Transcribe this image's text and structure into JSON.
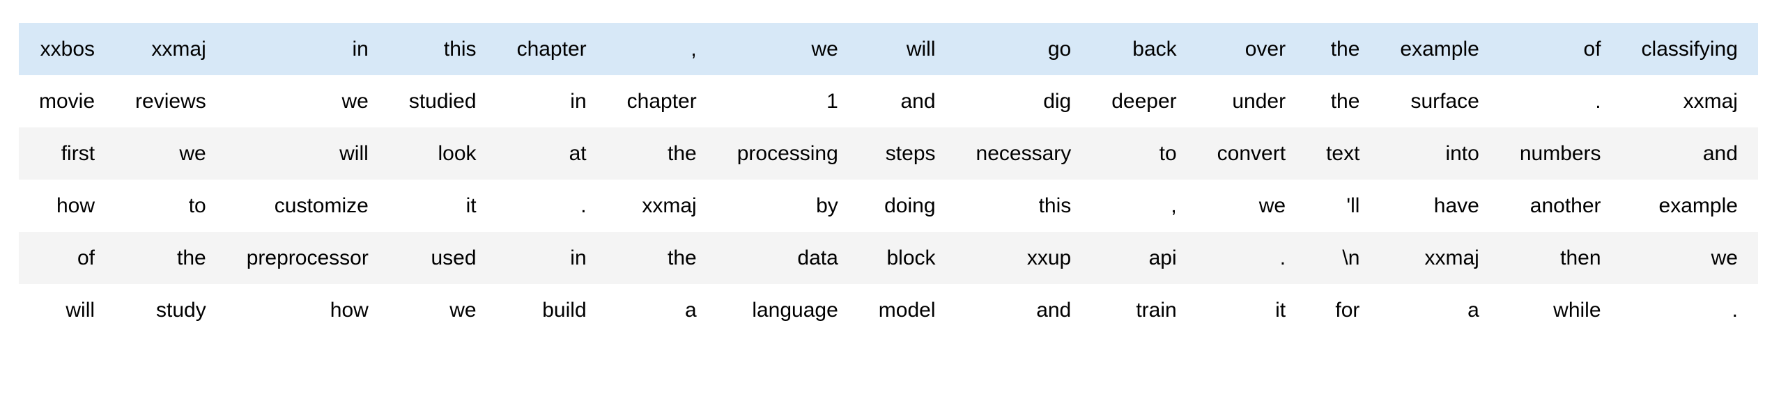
{
  "table": {
    "description": "tokenized-text-grid",
    "highlight_row_index": 0,
    "num_rows": 6,
    "num_cols": 15,
    "colors": {
      "highlight_row": "#d7e8f7",
      "stripe_row": "#f4f4f4",
      "plain_row": "#ffffff",
      "text": "#000000",
      "background": "#ffffff"
    },
    "rows": [
      [
        "xxbos",
        "xxmaj",
        "in",
        "this",
        "chapter",
        ",",
        "we",
        "will",
        "go",
        "back",
        "over",
        "the",
        "example",
        "of",
        "classifying"
      ],
      [
        "movie",
        "reviews",
        "we",
        "studied",
        "in",
        "chapter",
        "1",
        "and",
        "dig",
        "deeper",
        "under",
        "the",
        "surface",
        ".",
        "xxmaj"
      ],
      [
        "first",
        "we",
        "will",
        "look",
        "at",
        "the",
        "processing",
        "steps",
        "necessary",
        "to",
        "convert",
        "text",
        "into",
        "numbers",
        "and"
      ],
      [
        "how",
        "to",
        "customize",
        "it",
        ".",
        "xxmaj",
        "by",
        "doing",
        "this",
        ",",
        "we",
        "'ll",
        "have",
        "another",
        "example"
      ],
      [
        "of",
        "the",
        "preprocessor",
        "used",
        "in",
        "the",
        "data",
        "block",
        "xxup",
        "api",
        ".",
        "\\n",
        "xxmaj",
        "then",
        "we"
      ],
      [
        "will",
        "study",
        "how",
        "we",
        "build",
        "a",
        "language",
        "model",
        "and",
        "train",
        "it",
        "for",
        "a",
        "while",
        "."
      ]
    ]
  }
}
